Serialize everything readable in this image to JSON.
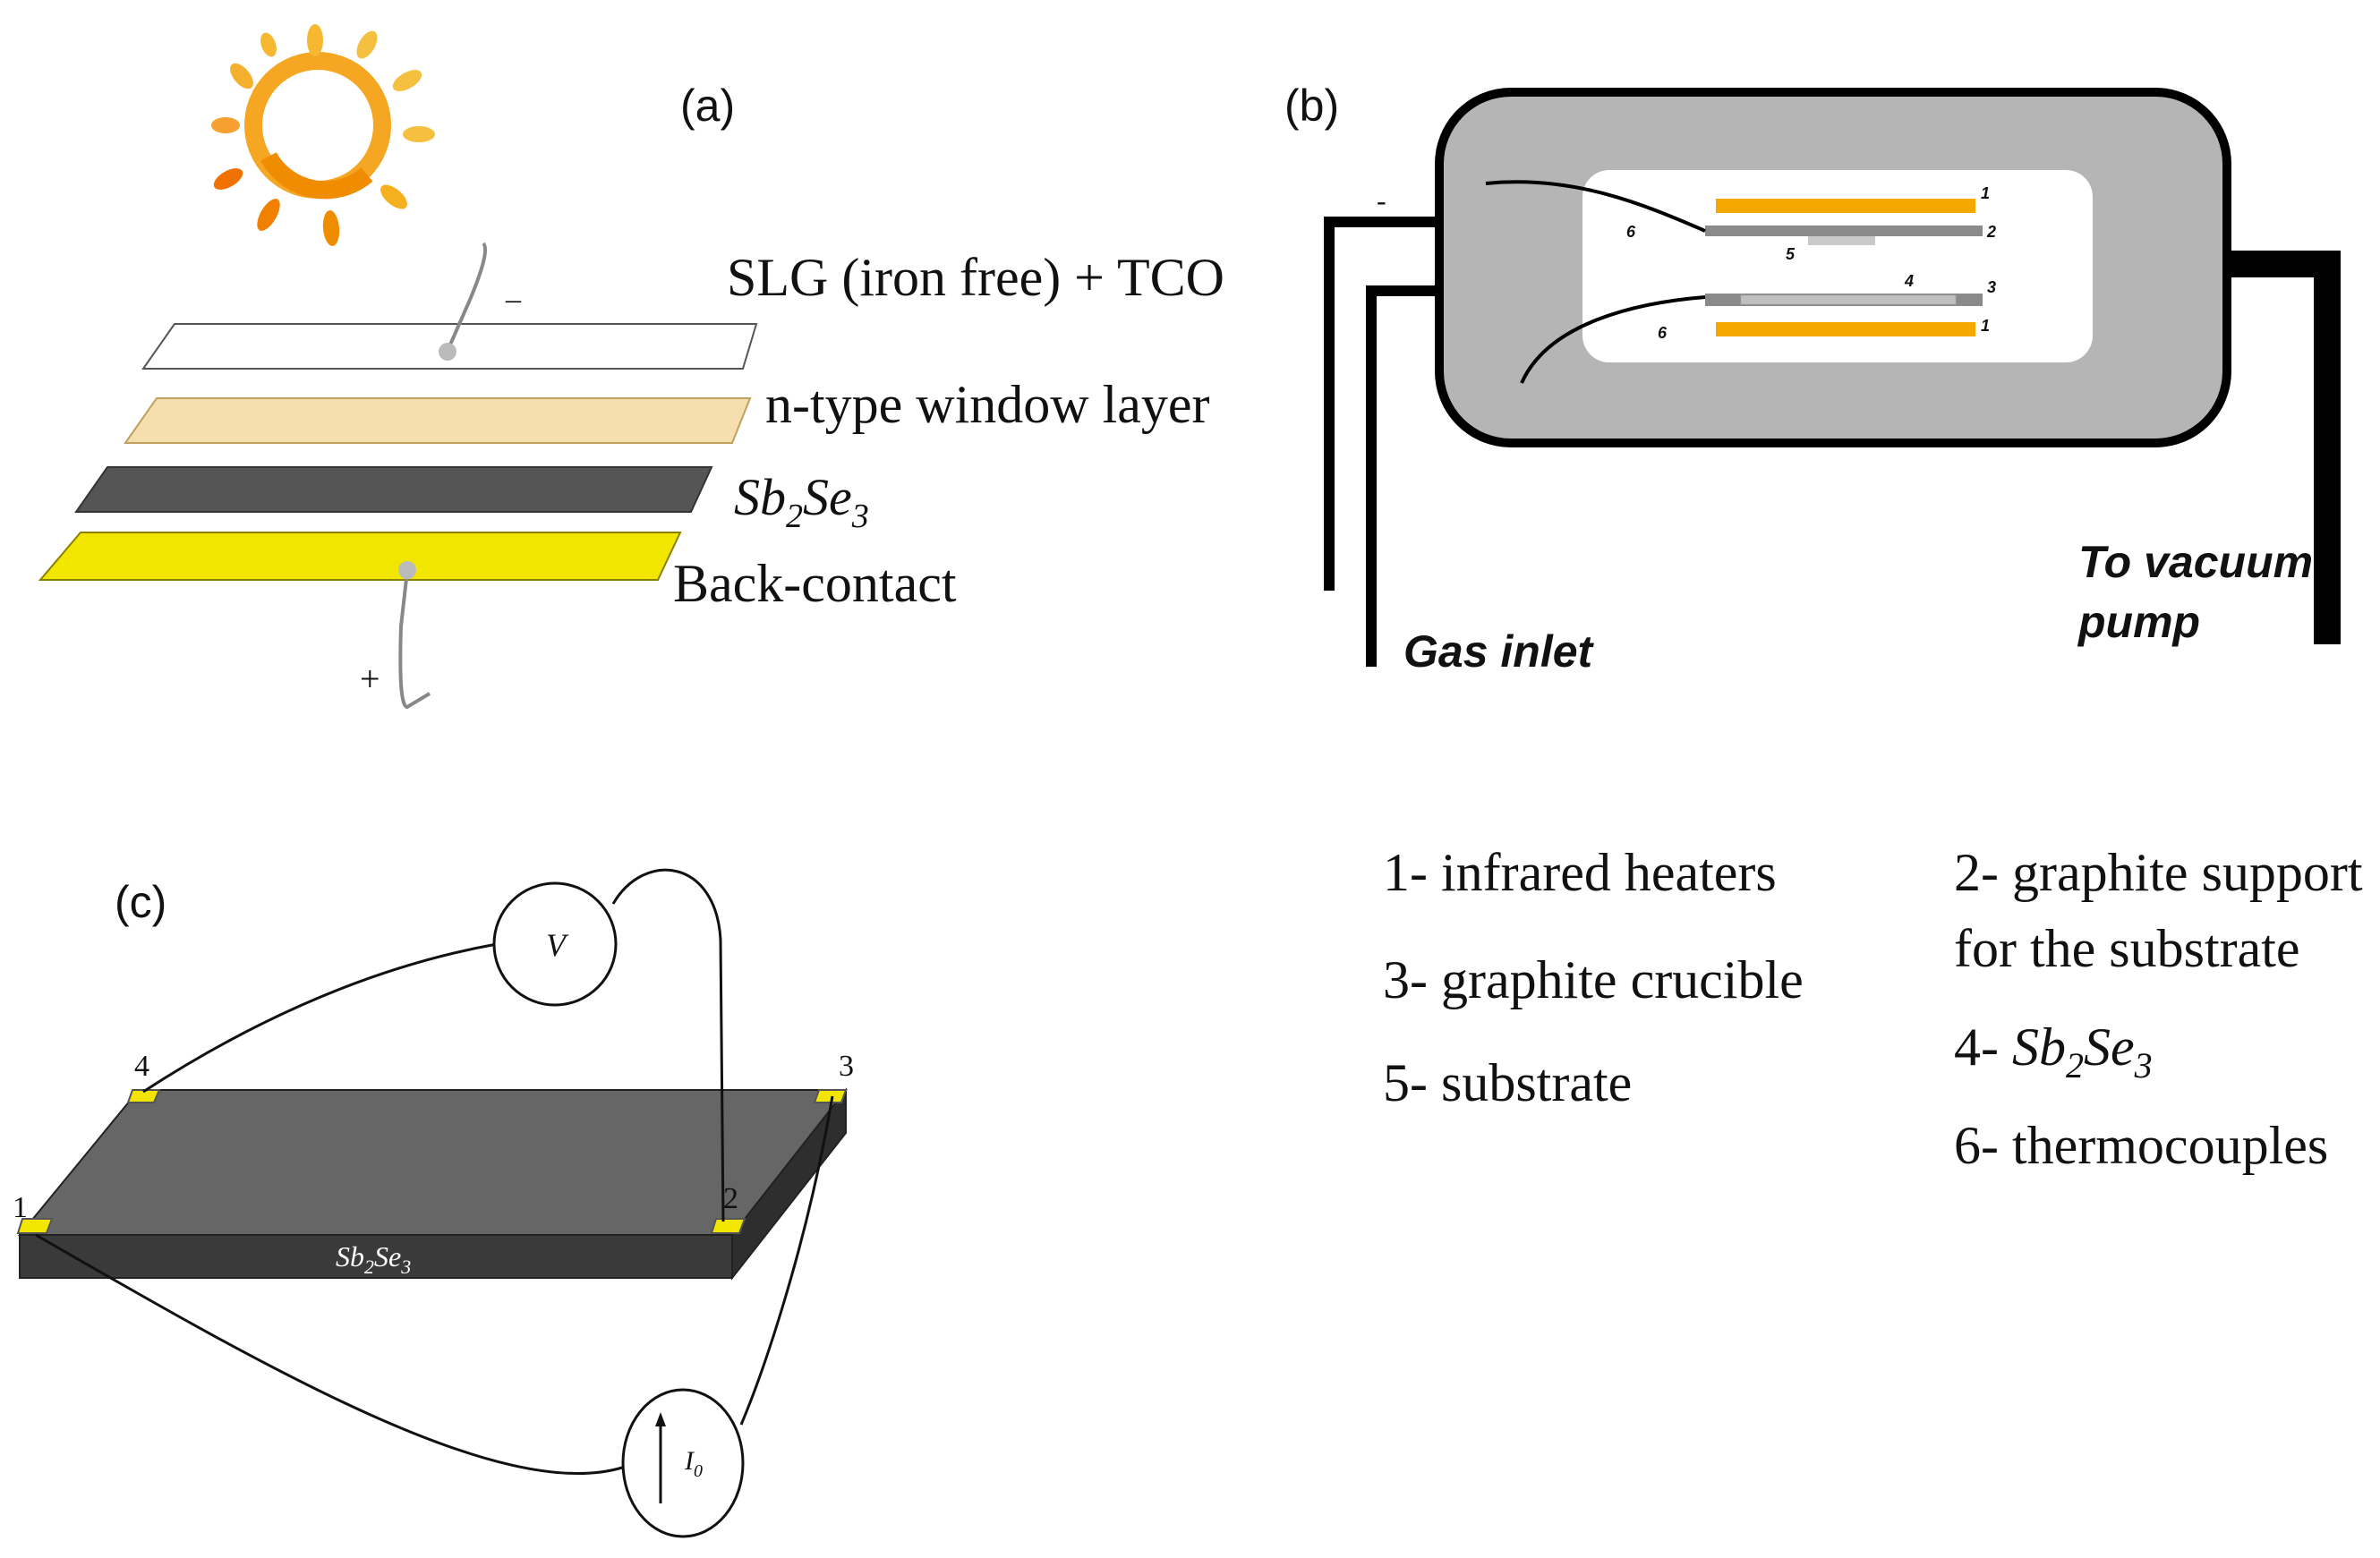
{
  "panel_a": {
    "label": "(a)",
    "layer_top": "SLG (iron free) + TCO",
    "layer_window": "n-type window layer",
    "layer_absorber": "Sb",
    "layer_absorber_sub1": "2",
    "layer_absorber_mid": "Se",
    "layer_absorber_sub2": "3",
    "layer_back": "Back-contact",
    "minus_sign": "–",
    "plus_sign": "+",
    "colors": {
      "sun": "#f5a623",
      "glass": "#ffffff",
      "window": "#f5dfae",
      "absorber": "#555555",
      "back_contact": "#f2e600"
    }
  },
  "panel_b": {
    "label": "(b)",
    "gas_inlet": "Gas inlet",
    "vacuum_line1": "To vacuum",
    "vacuum_line2": "pump",
    "minus_sign": "-",
    "num_1a": "1",
    "num_2": "2",
    "num_5": "5",
    "num_4": "4",
    "num_3": "3",
    "num_1b": "1",
    "num_6a": "6",
    "num_6b": "6",
    "colors": {
      "chamber": "#b5b5b5",
      "heater": "#f5a800",
      "graphite": "#8a8a8a"
    }
  },
  "legend": {
    "item1": "1- infrared heaters",
    "item3": "3- graphite crucible",
    "item5": "5- substrate",
    "item2_line1": "2- graphite support",
    "item2_line2": "for the substrate",
    "item4_prefix": "4- ",
    "item4_sb": "Sb",
    "item4_sub1": "2",
    "item4_se": "Se",
    "item4_sub2": "3",
    "item6": "6- thermocouples"
  },
  "panel_c": {
    "label": "(c)",
    "voltmeter": "V",
    "current_source": "I",
    "current_sub": "0",
    "sample_sb": "Sb",
    "sample_sub1": "2",
    "sample_se": "Se",
    "sample_sub2": "3",
    "contact_1": "1",
    "contact_2": "2",
    "contact_3": "3",
    "contact_4": "4",
    "colors": {
      "sample_top": "#666666",
      "sample_side": "#3a3a3a",
      "contact": "#f2e600"
    }
  }
}
